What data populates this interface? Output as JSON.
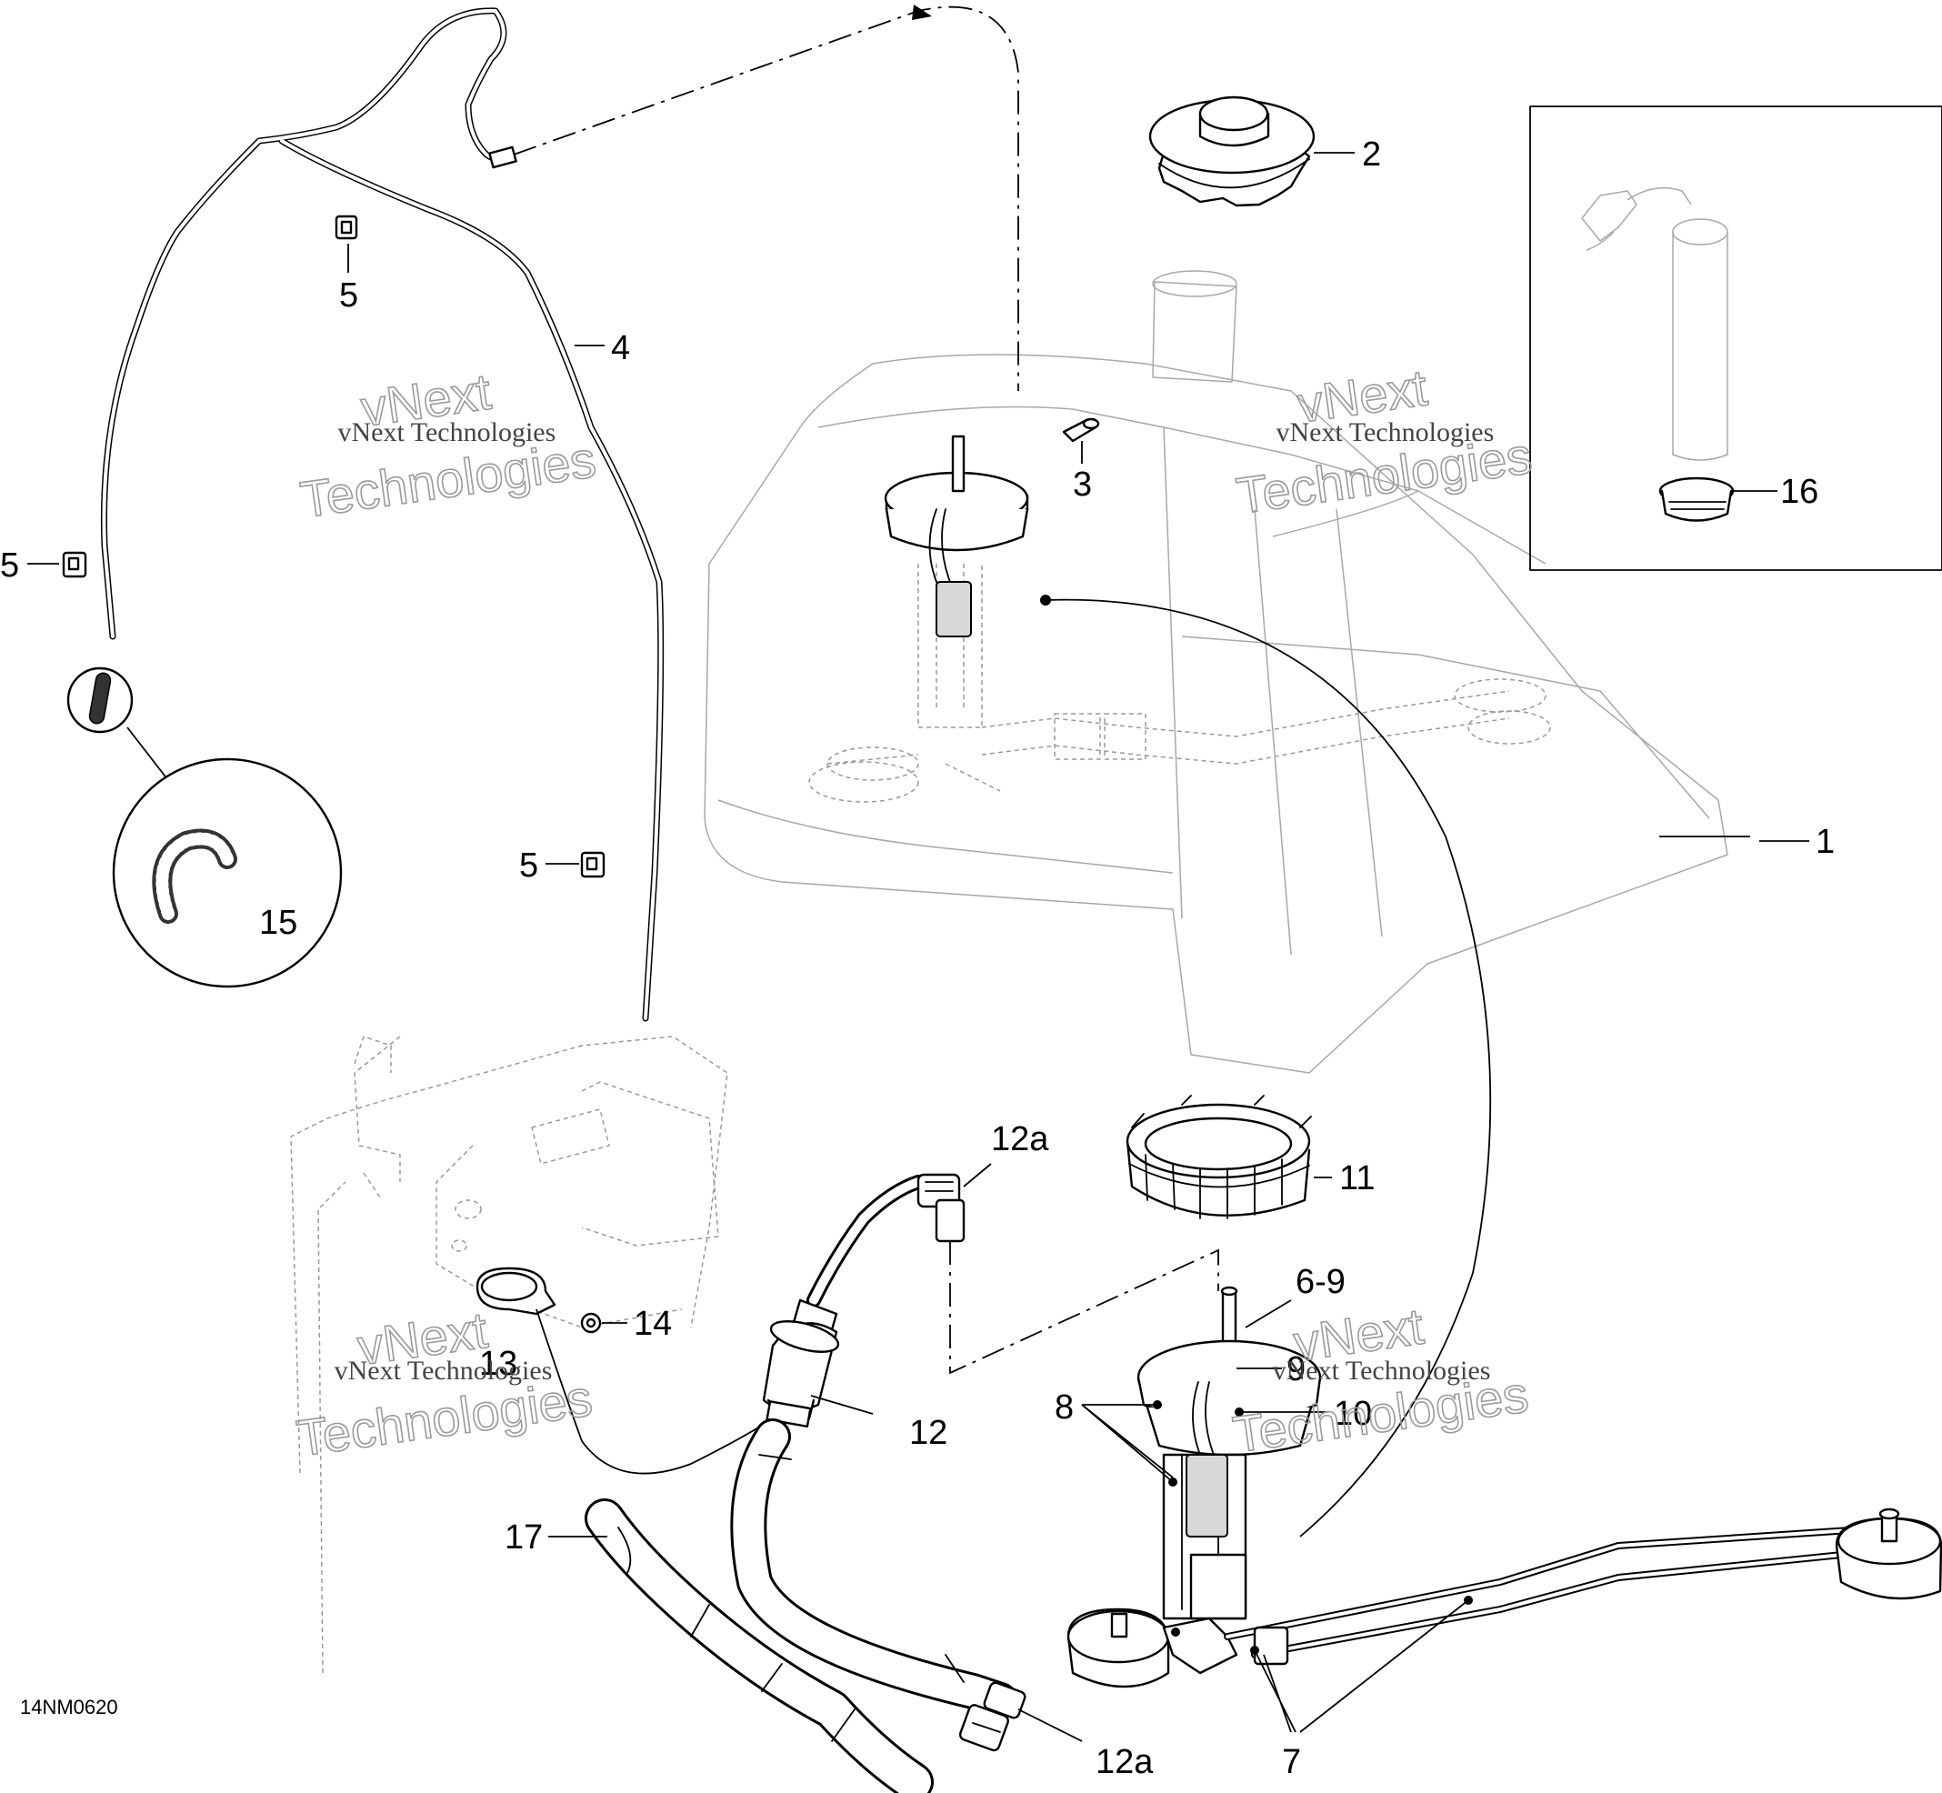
{
  "diagram": {
    "drawing_code": "14NM0620",
    "callouts": {
      "c1": "1",
      "c2": "2",
      "c3": "3",
      "c4": "4",
      "c5a": "5",
      "c5b": "5",
      "c5c": "5",
      "c6_9": "6-9",
      "c7": "7",
      "c8": "8",
      "c9": "9",
      "c10": "10",
      "c11": "11",
      "c12": "12",
      "c12a_top": "12a",
      "c12a_bottom": "12a",
      "c13": "13",
      "c14": "14",
      "c15": "15",
      "c16": "16",
      "c17": "17"
    },
    "watermarks": [
      {
        "line1": "vNext Technologies",
        "line2": "vNext",
        "line3": "Technologies"
      },
      {
        "line1": "vNext Technologies",
        "line2": "vNext",
        "line3": "Technologies"
      },
      {
        "line1": "vNext Technologies",
        "line2": "vNext",
        "line3": "Technologies"
      },
      {
        "line1": "vNext Technologies",
        "line2": "vNext",
        "line3": "Technologies"
      }
    ]
  }
}
